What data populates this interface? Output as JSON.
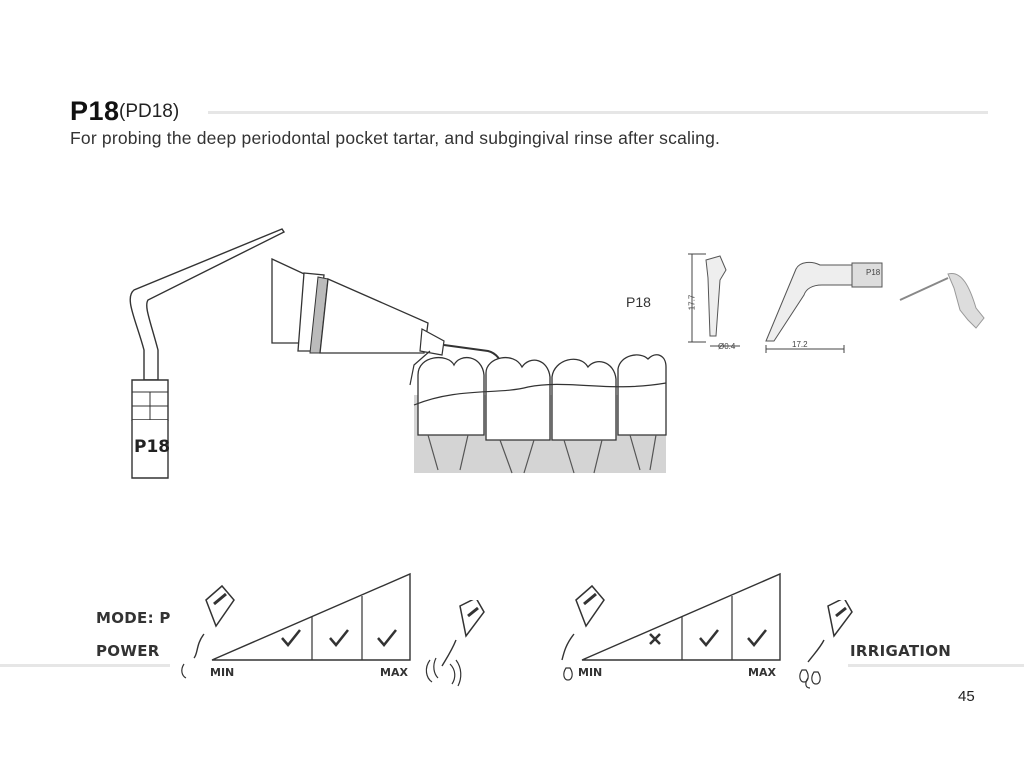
{
  "header": {
    "code": "P18",
    "alt_code": "(PD18)",
    "description": "For probing the deep periodontal pocket tartar, and subgingival rinse after scaling."
  },
  "illustration": {
    "tip_label": "P18",
    "spec_label": "P18",
    "height_dim": "17.7",
    "diameter_dim": "Ø0.4",
    "length_dim": "17.2",
    "engraving": "P18"
  },
  "settings": {
    "mode_label": "MODE: P",
    "power_label": "POWER",
    "irrigation_label": "IRRIGATION",
    "min_label": "MIN",
    "max_label": "MAX",
    "power_levels": [
      "check",
      "check",
      "check"
    ],
    "irrigation_levels": [
      "cross",
      "check",
      "check"
    ]
  },
  "footer": {
    "page_number": "45"
  }
}
